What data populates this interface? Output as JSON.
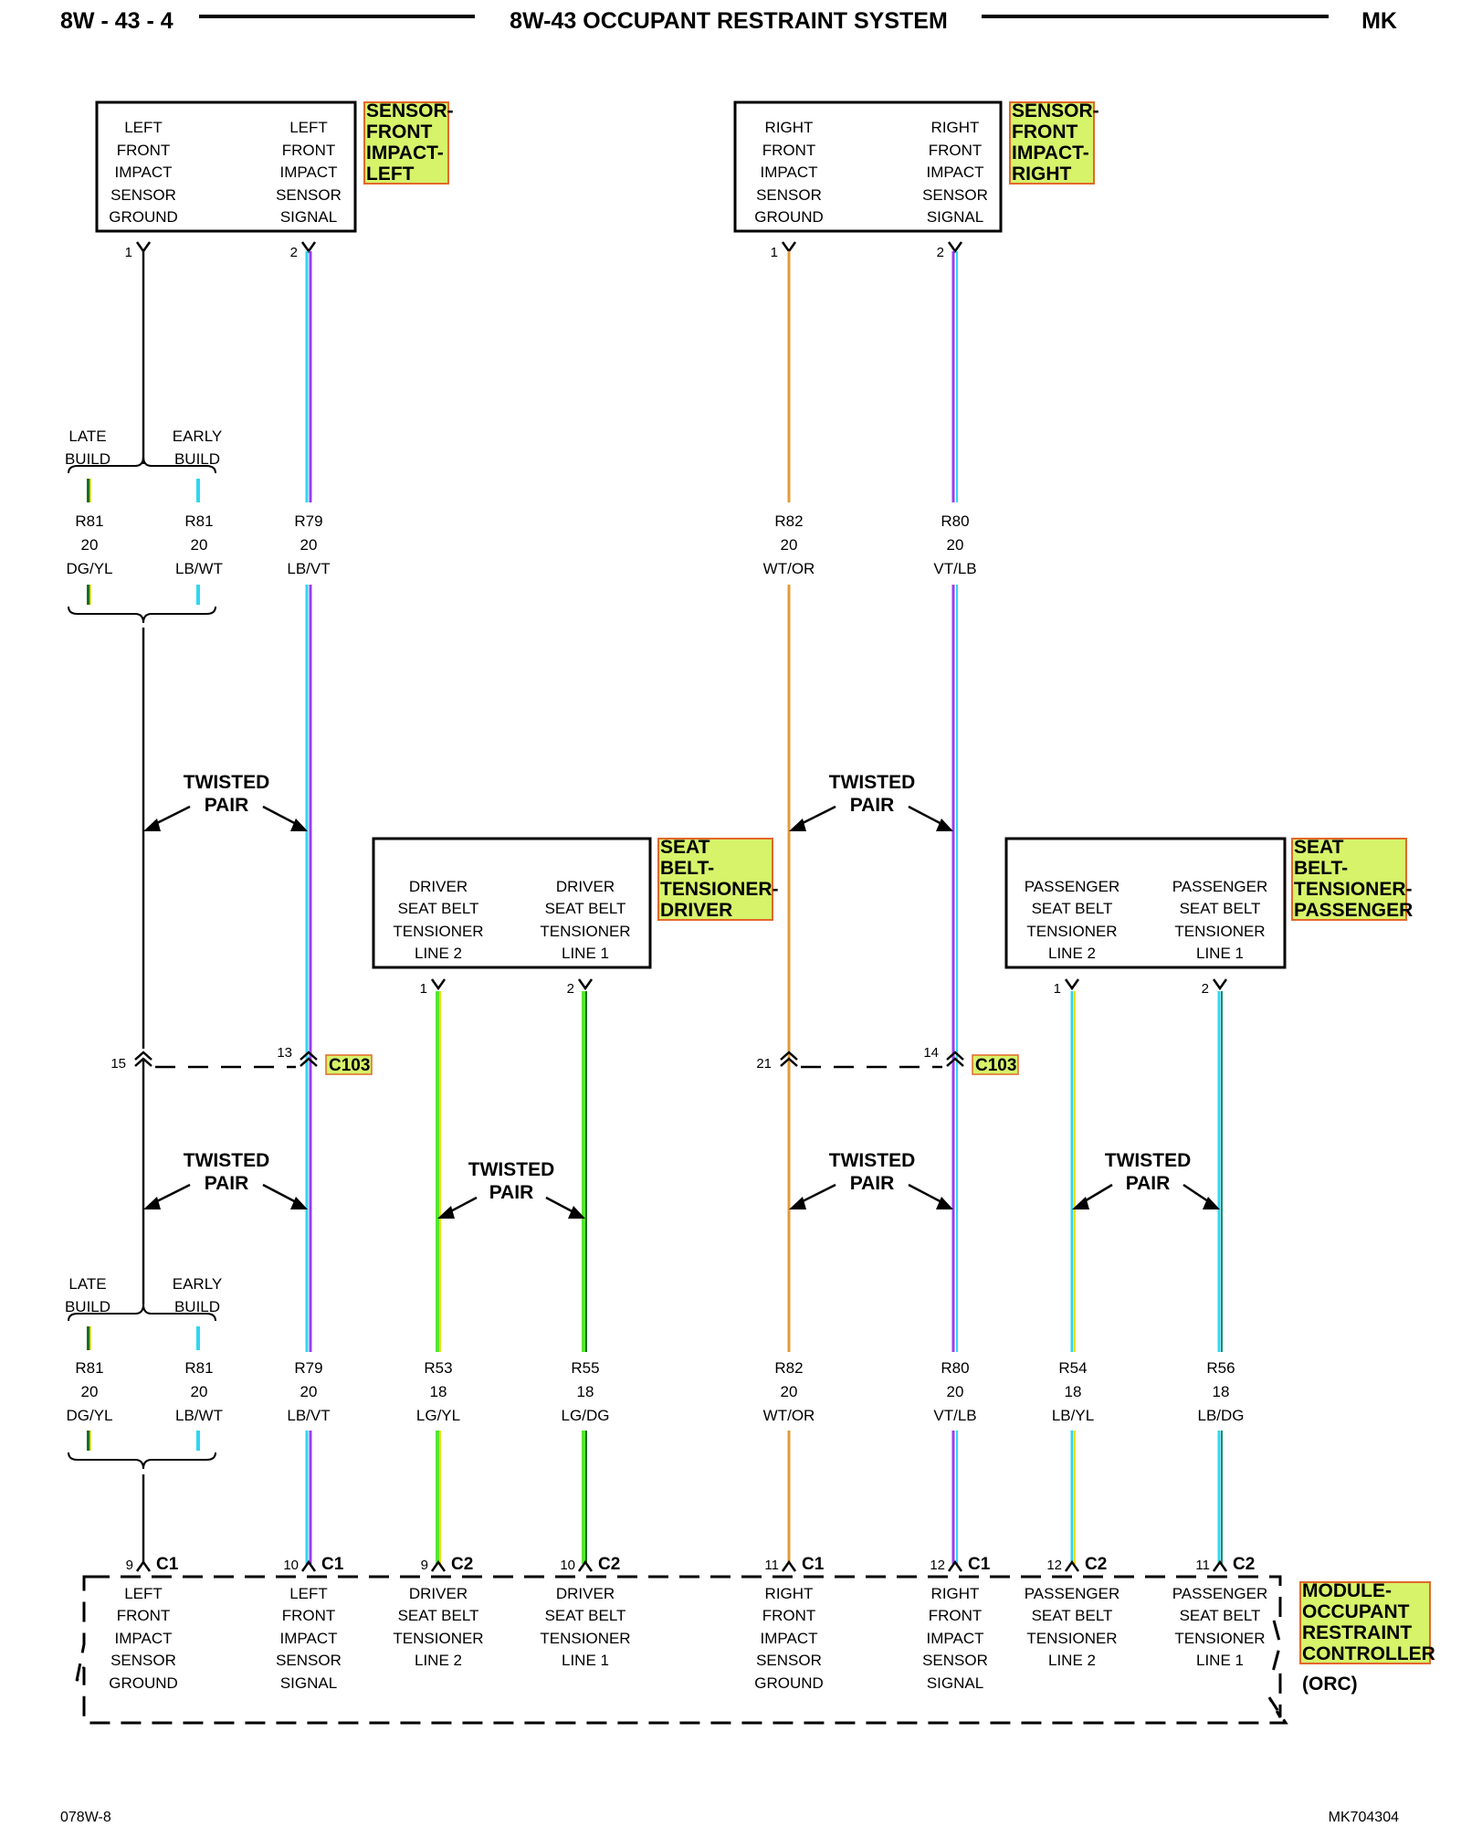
{
  "header": {
    "page_code": "8W - 43 - 4",
    "title": "8W-43 OCCUPANT RESTRAINT SYSTEM",
    "model": "MK"
  },
  "components": {
    "sensor_left": {
      "tag": [
        "SENSOR-",
        "FRONT",
        "IMPACT-",
        "LEFT"
      ],
      "ground_lines": [
        "LEFT",
        "FRONT",
        "IMPACT",
        "SENSOR",
        "GROUND"
      ],
      "signal_lines": [
        "LEFT",
        "FRONT",
        "IMPACT",
        "SENSOR",
        "SIGNAL"
      ],
      "pin_ground": "1",
      "pin_signal": "2"
    },
    "sensor_right": {
      "tag": [
        "SENSOR-",
        "FRONT",
        "IMPACT-",
        "RIGHT"
      ],
      "ground_lines": [
        "RIGHT",
        "FRONT",
        "IMPACT",
        "SENSOR",
        "GROUND"
      ],
      "signal_lines": [
        "RIGHT",
        "FRONT",
        "IMPACT",
        "SENSOR",
        "SIGNAL"
      ],
      "pin_ground": "1",
      "pin_signal": "2"
    },
    "tensioner_driver": {
      "tag": [
        "SEAT",
        "BELT-",
        "TENSIONER-",
        "DRIVER"
      ],
      "line2": [
        "DRIVER",
        "SEAT BELT",
        "TENSIONER",
        "LINE 2"
      ],
      "line1": [
        "DRIVER",
        "SEAT BELT",
        "TENSIONER",
        "LINE 1"
      ],
      "pin_line2": "1",
      "pin_line1": "2"
    },
    "tensioner_passenger": {
      "tag": [
        "SEAT",
        "BELT-",
        "TENSIONER-",
        "PASSENGER"
      ],
      "line2": [
        "PASSENGER",
        "SEAT BELT",
        "TENSIONER",
        "LINE 2"
      ],
      "line1": [
        "PASSENGER",
        "SEAT BELT",
        "TENSIONER",
        "LINE 1"
      ],
      "pin_line2": "1",
      "pin_line1": "2"
    },
    "orc": {
      "tag": [
        "MODULE-",
        "OCCUPANT",
        "RESTRAINT",
        "CONTROLLER"
      ],
      "abbr": "(ORC)",
      "pins": [
        {
          "lines": [
            "LEFT",
            "FRONT",
            "IMPACT",
            "SENSOR",
            "GROUND"
          ],
          "pin": "9",
          "conn": "C1"
        },
        {
          "lines": [
            "LEFT",
            "FRONT",
            "IMPACT",
            "SENSOR",
            "SIGNAL"
          ],
          "pin": "10",
          "conn": "C1"
        },
        {
          "lines": [
            "DRIVER",
            "SEAT BELT",
            "TENSIONER",
            "LINE 2"
          ],
          "pin": "9",
          "conn": "C2"
        },
        {
          "lines": [
            "DRIVER",
            "SEAT BELT",
            "TENSIONER",
            "LINE 1"
          ],
          "pin": "10",
          "conn": "C2"
        },
        {
          "lines": [
            "RIGHT",
            "FRONT",
            "IMPACT",
            "SENSOR",
            "GROUND"
          ],
          "pin": "11",
          "conn": "C1"
        },
        {
          "lines": [
            "RIGHT",
            "FRONT",
            "IMPACT",
            "SENSOR",
            "SIGNAL"
          ],
          "pin": "12",
          "conn": "C1"
        },
        {
          "lines": [
            "PASSENGER",
            "SEAT BELT",
            "TENSIONER",
            "LINE 2"
          ],
          "pin": "12",
          "conn": "C2"
        },
        {
          "lines": [
            "PASSENGER",
            "SEAT BELT",
            "TENSIONER",
            "LINE 1"
          ],
          "pin": "11",
          "conn": "C2"
        }
      ]
    }
  },
  "build_labels": {
    "late": [
      "LATE",
      "BUILD"
    ],
    "early": [
      "EARLY",
      "BUILD"
    ]
  },
  "wires_upper": [
    {
      "circuit": "R81",
      "gauge": "20",
      "color": "DG/YL"
    },
    {
      "circuit": "R81",
      "gauge": "20",
      "color": "LB/WT"
    },
    {
      "circuit": "R79",
      "gauge": "20",
      "color": "LB/VT"
    },
    {
      "circuit": "R82",
      "gauge": "20",
      "color": "WT/OR"
    },
    {
      "circuit": "R80",
      "gauge": "20",
      "color": "VT/LB"
    }
  ],
  "wires_lower": [
    {
      "circuit": "R81",
      "gauge": "20",
      "color": "DG/YL"
    },
    {
      "circuit": "R81",
      "gauge": "20",
      "color": "LB/WT"
    },
    {
      "circuit": "R79",
      "gauge": "20",
      "color": "LB/VT"
    },
    {
      "circuit": "R53",
      "gauge": "18",
      "color": "LG/YL"
    },
    {
      "circuit": "R55",
      "gauge": "18",
      "color": "LG/DG"
    },
    {
      "circuit": "R82",
      "gauge": "20",
      "color": "WT/OR"
    },
    {
      "circuit": "R80",
      "gauge": "20",
      "color": "VT/LB"
    },
    {
      "circuit": "R54",
      "gauge": "18",
      "color": "LB/YL"
    },
    {
      "circuit": "R56",
      "gauge": "18",
      "color": "LB/DG"
    }
  ],
  "connector_c103": {
    "label": "C103",
    "pins": [
      "15",
      "13",
      "21",
      "14"
    ]
  },
  "twisted_pair": [
    "TWISTED",
    "PAIR"
  ],
  "footer": {
    "left": "078W-8",
    "right": "MK704304"
  },
  "colors": {
    "tag_fill": "#d6f36a",
    "tag_border": "#e2682a",
    "lb": "#2fd6f0",
    "vt": "#9b3cf0",
    "dg": "#1b6e1b",
    "yl": "#eadf1a",
    "wt_or": "#e39a3a",
    "lg": "#55e62e",
    "green": "#16b526",
    "black": "#111111"
  }
}
